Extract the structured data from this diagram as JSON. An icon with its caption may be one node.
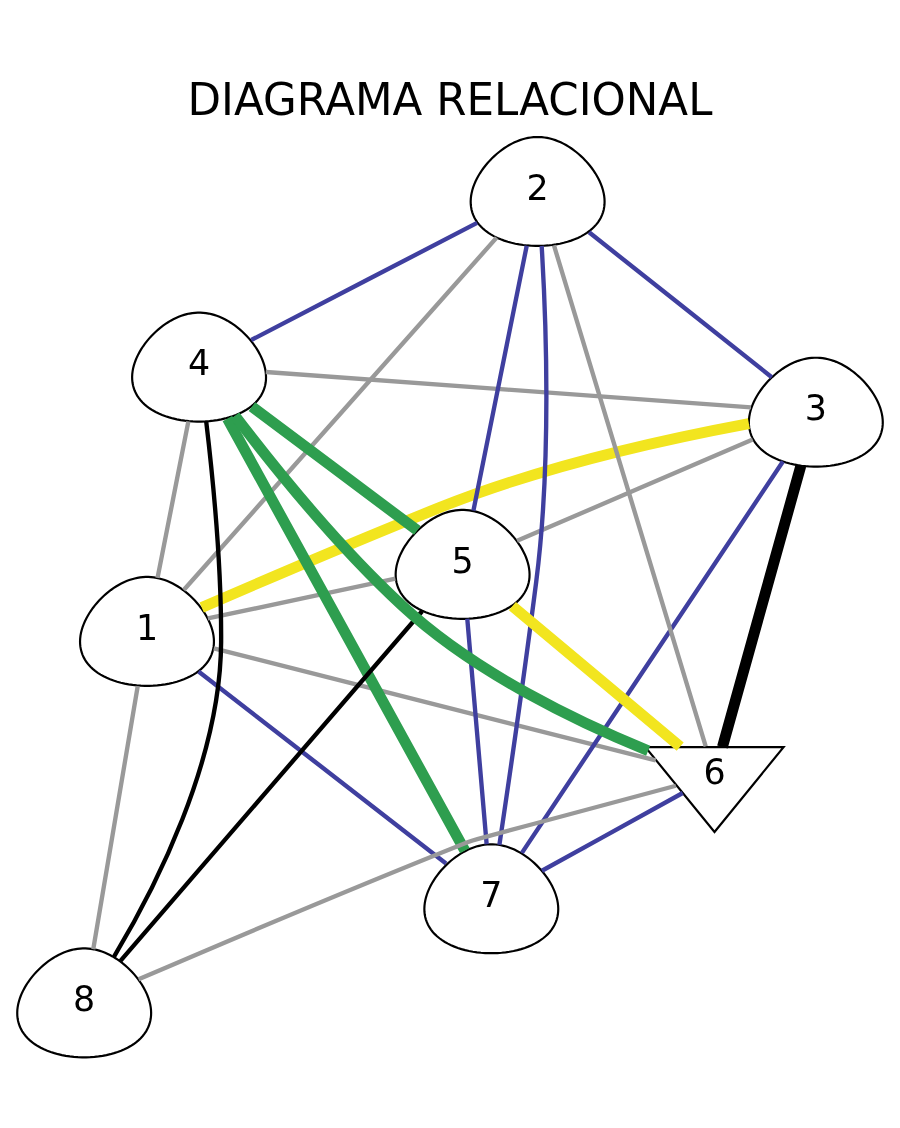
{
  "diagram": {
    "title": "DIAGRAMA RELACIONAL",
    "nodes": [
      {
        "text": [
          "1"
        ]
      },
      {
        "text": [
          "3"
        ]
      },
      {
        "text": [
          "7"
        ]
      },
      {
        "text": [
          "2"
        ]
      },
      {
        "text": [
          "5"
        ]
      },
      {
        "text": [
          "4"
        ]
      },
      {
        "text": [
          "8"
        ]
      },
      {
        "text": [
          "6"
        ]
      }
    ],
    "edges": [
      {
        "from": 0,
        "to": 1,
        "arrow": "none",
        "style": "thick",
        "color": "#f2e51f"
      },
      {
        "from": 4,
        "to": 7,
        "arrow": "none",
        "style": "thick",
        "color": "#f2e51f"
      },
      {
        "from": 0,
        "to": 2,
        "arrow": "none",
        "color": "#3f3f9f"
      },
      {
        "from": 1,
        "to": 2,
        "arrow": "none",
        "color": "#3f3f9f"
      },
      {
        "from": 1,
        "to": 3,
        "arrow": "none",
        "color": "#3f3f9f"
      },
      {
        "from": 2,
        "to": 3,
        "arrow": "none",
        "color": "#3f3f9f"
      },
      {
        "from": 2,
        "to": 4,
        "arrow": "none",
        "color": "#3f3f9f"
      },
      {
        "from": 2,
        "to": 7,
        "arrow": "none",
        "color": "#3f3f9f"
      },
      {
        "from": 3,
        "to": 4,
        "arrow": "none",
        "color": "#3f3f9f"
      },
      {
        "from": 3,
        "to": 5,
        "arrow": "none",
        "color": "#3f3f9f"
      },
      {
        "from": 2,
        "to": 5,
        "arrow": "none",
        "style": "thick",
        "color": "#2e9e4f"
      },
      {
        "from": 4,
        "to": 5,
        "arrow": "none",
        "style": "thick",
        "color": "#2e9e4f"
      },
      {
        "from": 5,
        "to": 7,
        "arrow": "none",
        "style": "thick",
        "color": "#2e9e4f"
      },
      {
        "from": 4,
        "to": 6,
        "arrow": "none",
        "color": "#000000"
      },
      {
        "from": 5,
        "to": 6,
        "arrow": "none",
        "color": "#000000"
      },
      {
        "from": 1,
        "to": 7,
        "arrow": "none",
        "style": "thick",
        "color": "#000000"
      },
      {
        "from": 0,
        "to": 7,
        "arrow": "none"
      },
      {
        "from": 0,
        "to": 4,
        "arrow": "none"
      },
      {
        "from": 0,
        "to": 5,
        "arrow": "none"
      },
      {
        "from": 0,
        "to": 3,
        "arrow": "none"
      },
      {
        "from": 0,
        "to": 6,
        "arrow": "none"
      },
      {
        "from": 1,
        "to": 4,
        "arrow": "none"
      },
      {
        "from": 1,
        "to": 5,
        "arrow": "none"
      },
      {
        "from": 7,
        "to": 6,
        "arrow": "none"
      },
      {
        "from": 7,
        "to": 3,
        "arrow": "none"
      }
    ]
  }
}
